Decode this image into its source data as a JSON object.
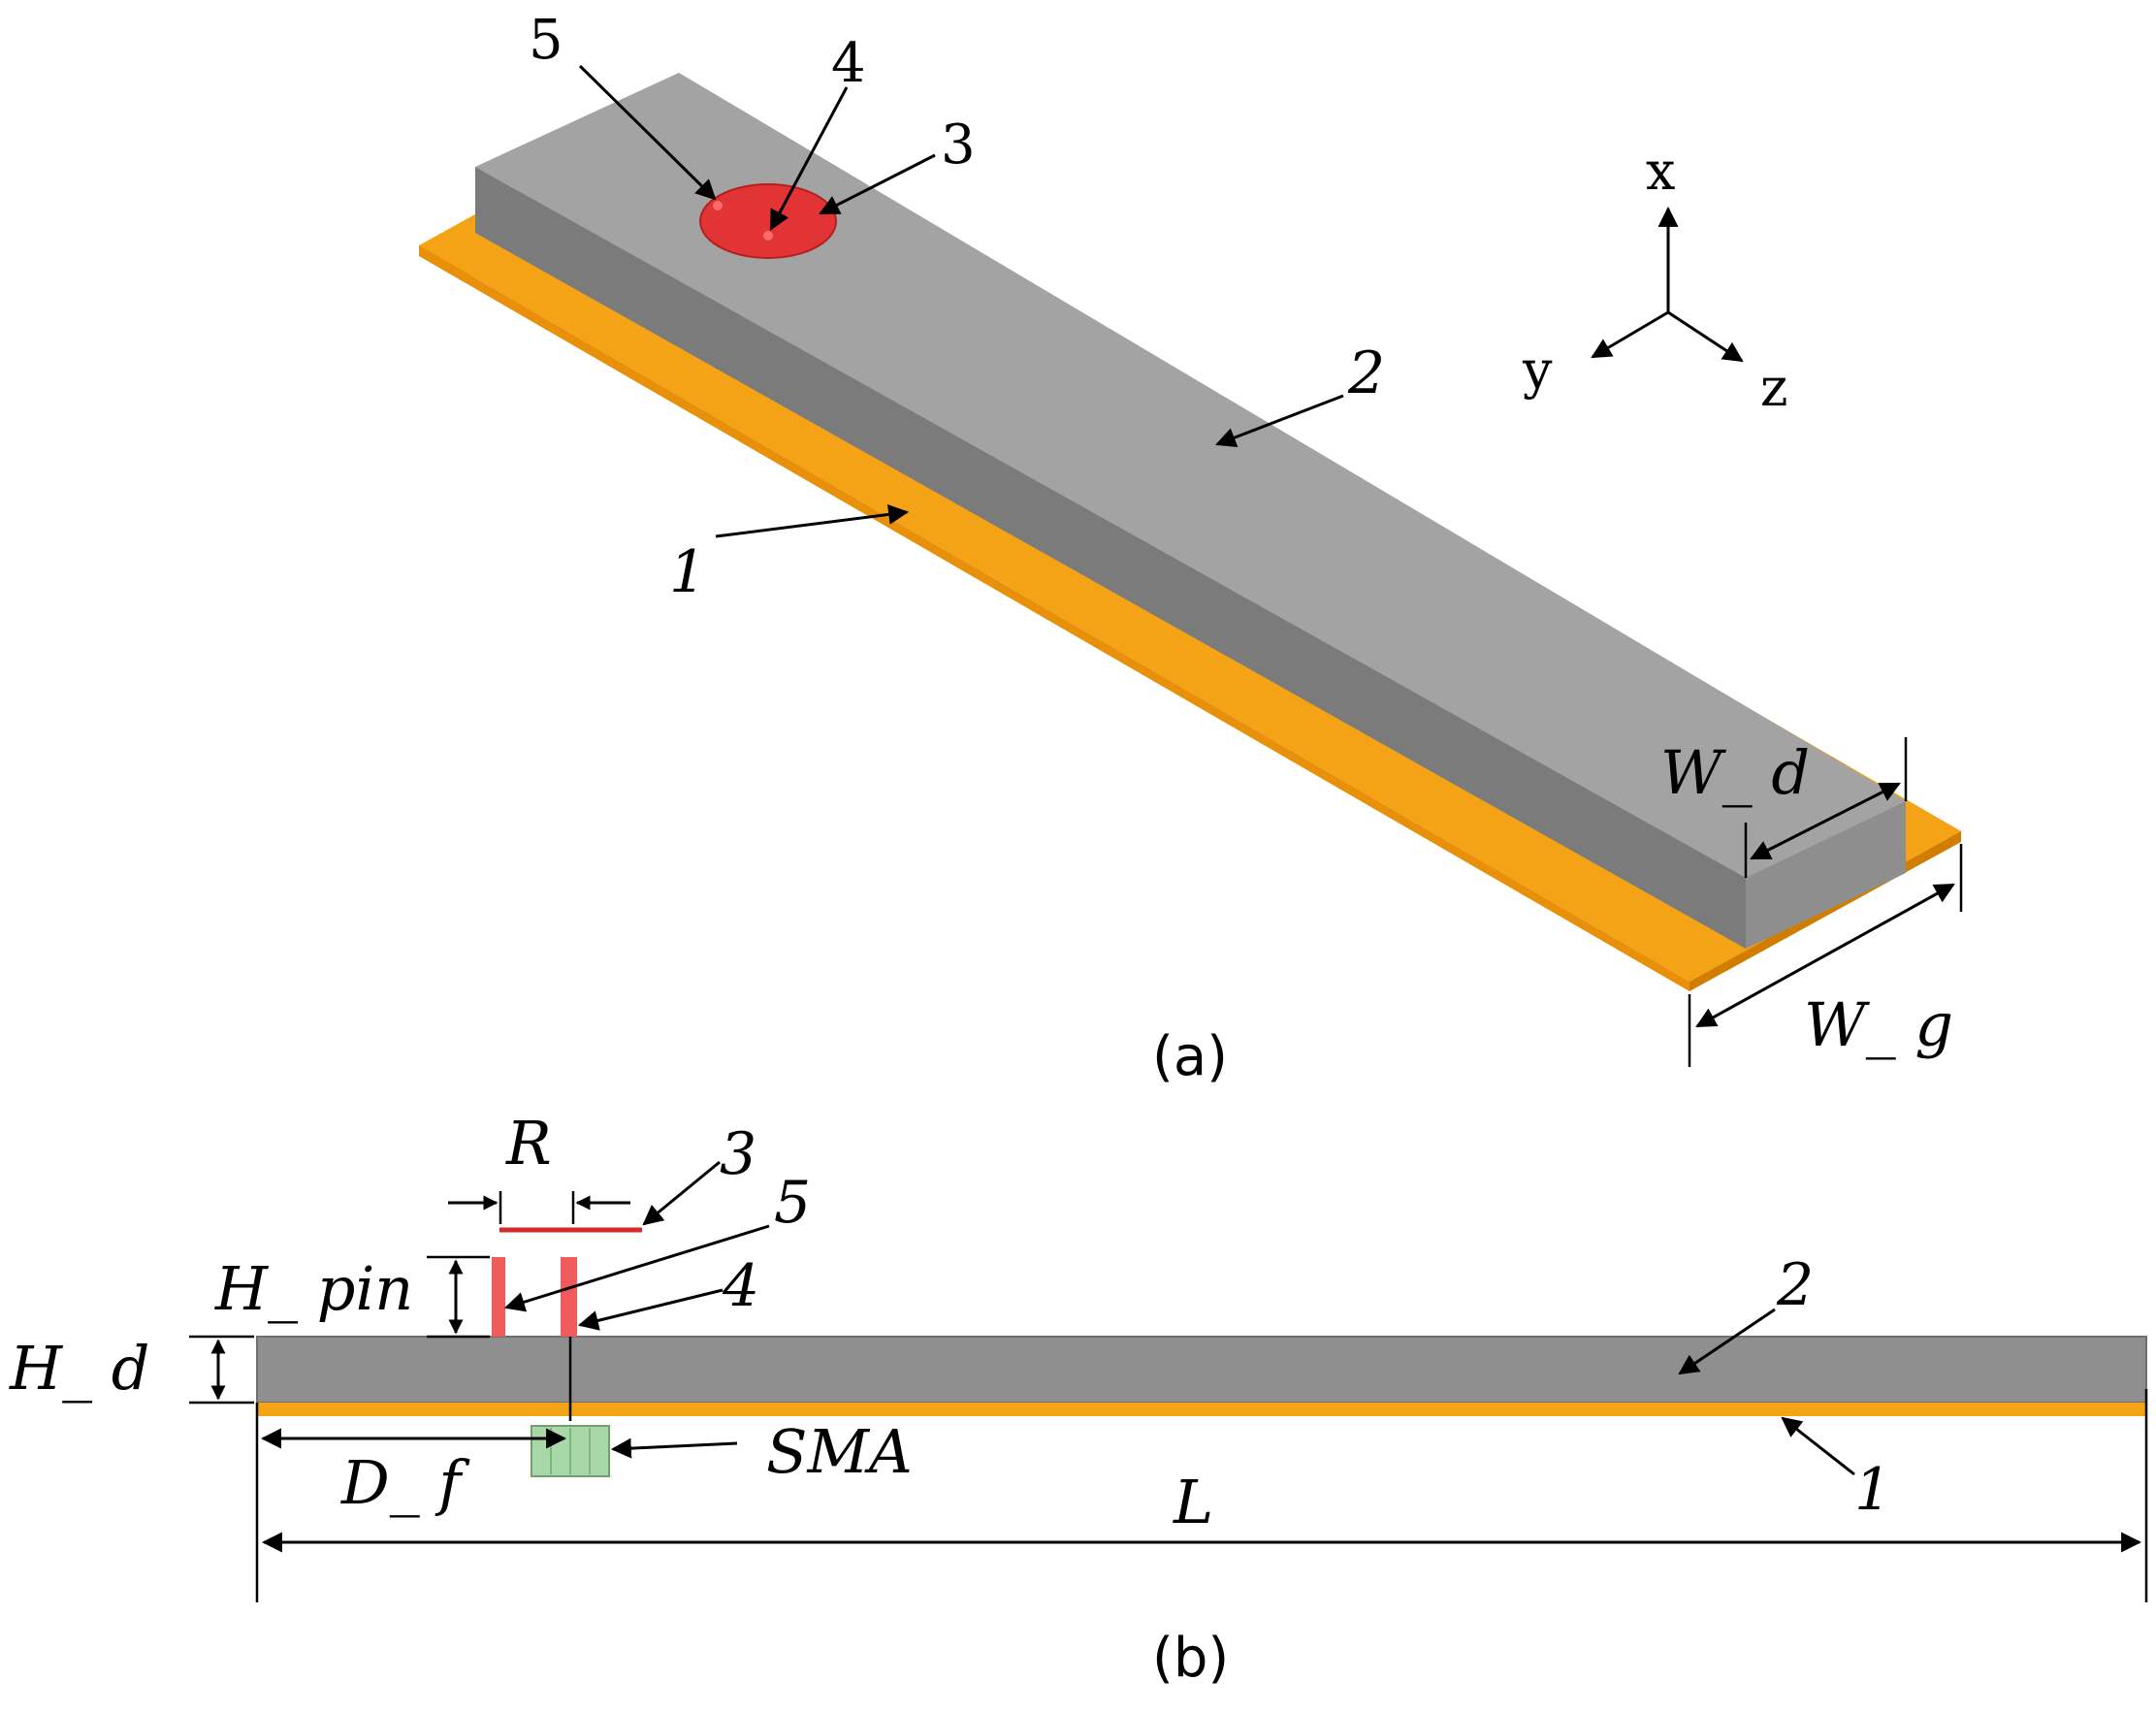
{
  "panel_a": {
    "caption": "(a)",
    "callouts": {
      "c1": "1",
      "c2": "2",
      "c3": "3",
      "c4": "4",
      "c5": "5"
    },
    "dims": {
      "w_d": "W_ d",
      "w_g": "W_ g"
    },
    "axes": {
      "x": "x",
      "y": "y",
      "z": "z"
    }
  },
  "panel_b": {
    "caption": "(b)",
    "callouts": {
      "c1": "1",
      "c2": "2",
      "c3": "3",
      "c4": "4",
      "c5": "5"
    },
    "dims": {
      "r": "R",
      "h_pin": "H_ pin",
      "h_d": "H_ d",
      "d_f": "D_ f",
      "l": "L"
    },
    "sma": "SMA"
  },
  "colors": {
    "ground": "#f5a316",
    "ground_edge": "#e08a00",
    "dielectric_top": "#a3a3a3",
    "dielectric_side": "#7b7b7b",
    "dielectric_end": "#8e8e8e",
    "patch": "#e23434",
    "pin": "#f05a5a",
    "sma": "#a8d8a8"
  }
}
